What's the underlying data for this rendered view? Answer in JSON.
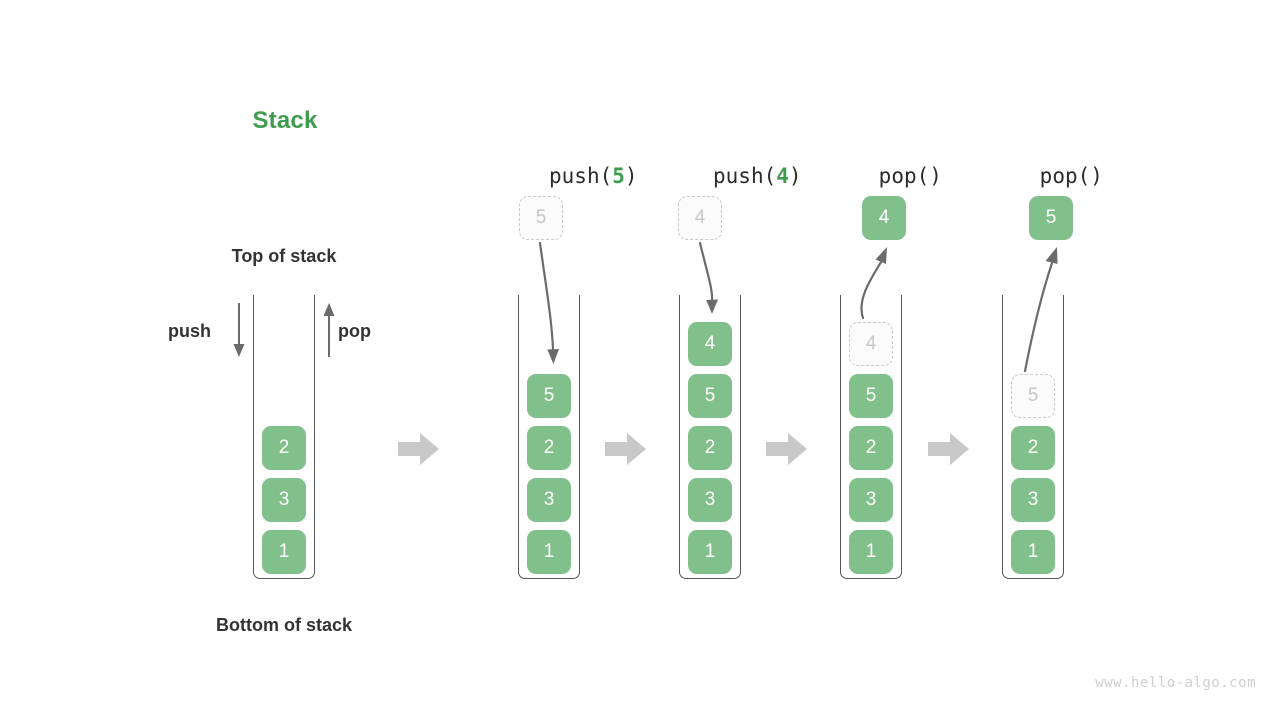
{
  "diagram": {
    "title": "Stack",
    "title_color": "#3f9c4f",
    "top_label": "Top of stack",
    "bottom_label": "Bottom of stack",
    "push_label": "push",
    "pop_label": "pop",
    "watermark": "www.hello-algo.com",
    "node_color": "#81c08a",
    "ghost_color": "#c6c6c6",
    "separator_color": "#c8c8c8"
  },
  "stages": [
    {
      "id": "initial",
      "caption_prefix": "",
      "caption_arg": "",
      "caption_suffix": "",
      "stack": [
        "2",
        "3",
        "1"
      ],
      "ghost_top": null,
      "incoming": null,
      "outgoing": null
    },
    {
      "id": "push-5",
      "caption_prefix": "push(",
      "caption_arg": "5",
      "caption_suffix": ")",
      "stack": [
        "5",
        "2",
        "3",
        "1"
      ],
      "ghost_top": null,
      "incoming": "5",
      "outgoing": null
    },
    {
      "id": "push-4",
      "caption_prefix": "push(",
      "caption_arg": "4",
      "caption_suffix": ")",
      "stack": [
        "4",
        "5",
        "2",
        "3",
        "1"
      ],
      "ghost_top": null,
      "incoming": "4",
      "outgoing": null
    },
    {
      "id": "pop-1",
      "caption_prefix": "pop(",
      "caption_arg": "",
      "caption_suffix": ")",
      "stack": [
        "5",
        "2",
        "3",
        "1"
      ],
      "ghost_top": "4",
      "incoming": null,
      "outgoing": "4"
    },
    {
      "id": "pop-2",
      "caption_prefix": "pop(",
      "caption_arg": "",
      "caption_suffix": ")",
      "stack": [
        "2",
        "3",
        "1"
      ],
      "ghost_top": "5",
      "incoming": null,
      "outgoing": "5"
    }
  ]
}
